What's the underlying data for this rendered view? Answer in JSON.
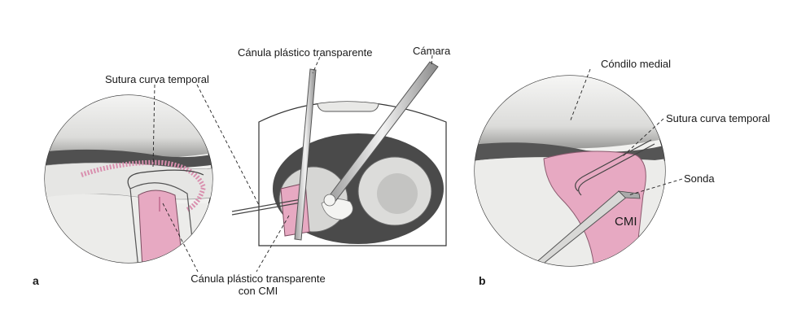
{
  "labels": {
    "sutura_a": "Sutura curva temporal",
    "canula_top": "Cánula plástico transparente",
    "camara": "Cámara",
    "condilo": "Cóndilo medial",
    "sutura_b": "Sutura curva temporal",
    "sonda": "Sonda",
    "cmi": "CMI",
    "canula_bottom_1": "Cánula plástico transparente",
    "canula_bottom_2": "con CMI"
  },
  "panels": {
    "a": "a",
    "b": "b"
  },
  "colors": {
    "implant": "#e7a9c2",
    "implant_dark": "#c9789a",
    "tissue": "#eeeeec",
    "shadow": "#5a5a5a"
  }
}
